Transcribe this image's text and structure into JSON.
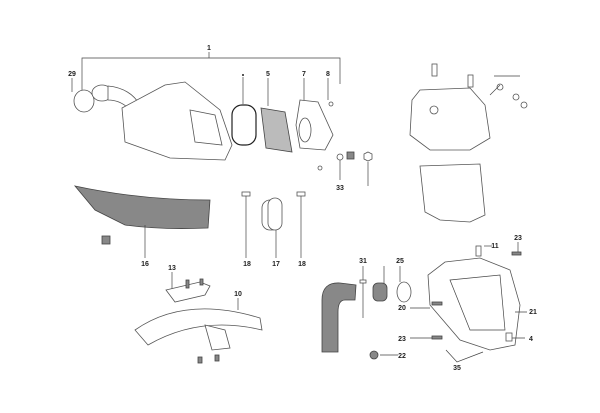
{
  "diagram": {
    "callouts": {
      "c1": "1",
      "c29": "29",
      "c5": "5",
      "c7": "7",
      "c8": "8",
      "c33": "33",
      "c16": "16",
      "c18a": "18",
      "c17": "17",
      "c18b": "18",
      "c13": "13",
      "c10": "10",
      "c31": "31",
      "c25": "25",
      "c11": "11",
      "c23a": "23",
      "c20": "20",
      "c21": "21",
      "c23b": "23",
      "c4": "4",
      "c22": "22",
      "c35": "35"
    }
  }
}
